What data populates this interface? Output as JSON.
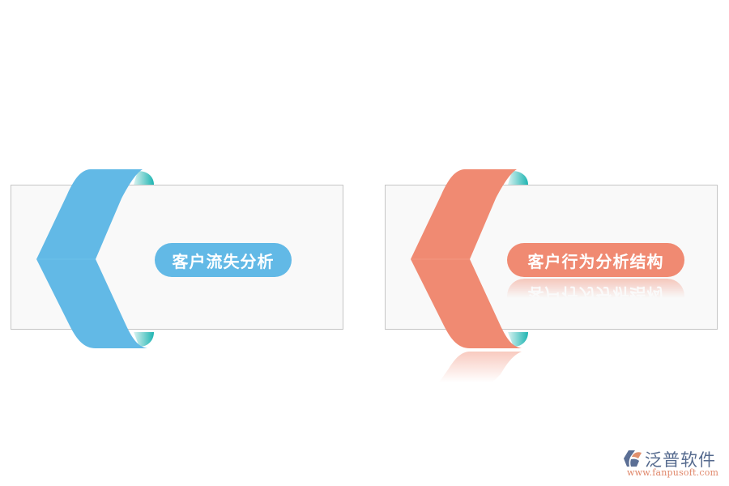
{
  "cards": [
    {
      "id": "customer-churn",
      "label": "客户流失分析",
      "color": "#62b9e6",
      "curl_color": "#3cc2c0",
      "has_reflection": false
    },
    {
      "id": "customer-behavior",
      "label": "客户行为分析结构",
      "color": "#f08a72",
      "curl_color": "#3cc2c0",
      "has_reflection": true
    }
  ],
  "logo": {
    "name": "泛普软件",
    "url": "www.fanpusoft.com",
    "icon": "fanpu-logo-icon"
  },
  "colors": {
    "card_background": "#f9f9f9",
    "card_border": "#c6c6c6",
    "logo_text": "#556a8e",
    "logo_url": "#e0876a"
  }
}
